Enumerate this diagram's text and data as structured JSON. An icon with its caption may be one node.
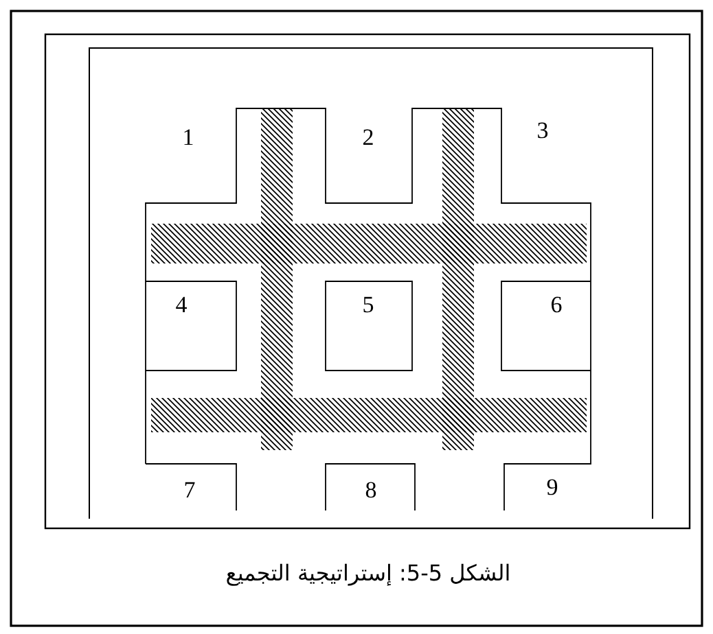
{
  "diagram": {
    "caption": "الشكل 5-5: إستراتيجية التجميع",
    "labels": [
      "1",
      "2",
      "3",
      "4",
      "5",
      "6",
      "7",
      "8",
      "9"
    ]
  }
}
